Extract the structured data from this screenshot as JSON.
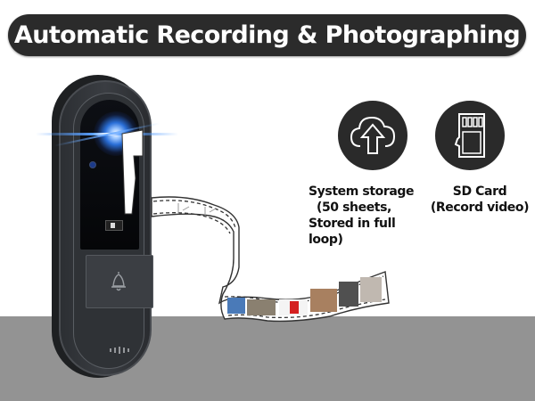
{
  "header": {
    "title": "Automatic Recording & Photographing"
  },
  "colors": {
    "title_bg": "#2b2b2b",
    "title_text": "#ffffff",
    "icon_bg": "#2a2a2a",
    "floor": "#939393",
    "lens_glow": "#2a6fd8"
  },
  "features": [
    {
      "icon": "cloud-upload-icon",
      "lines": [
        "System storage",
        "  (50 sheets,",
        "Stored in full",
        "loop)"
      ]
    },
    {
      "icon": "sd-card-icon",
      "lines": [
        "SD Card",
        "(Record video)"
      ]
    }
  ],
  "device": {
    "name": "video doorbell",
    "button_icon": "bell-icon"
  }
}
